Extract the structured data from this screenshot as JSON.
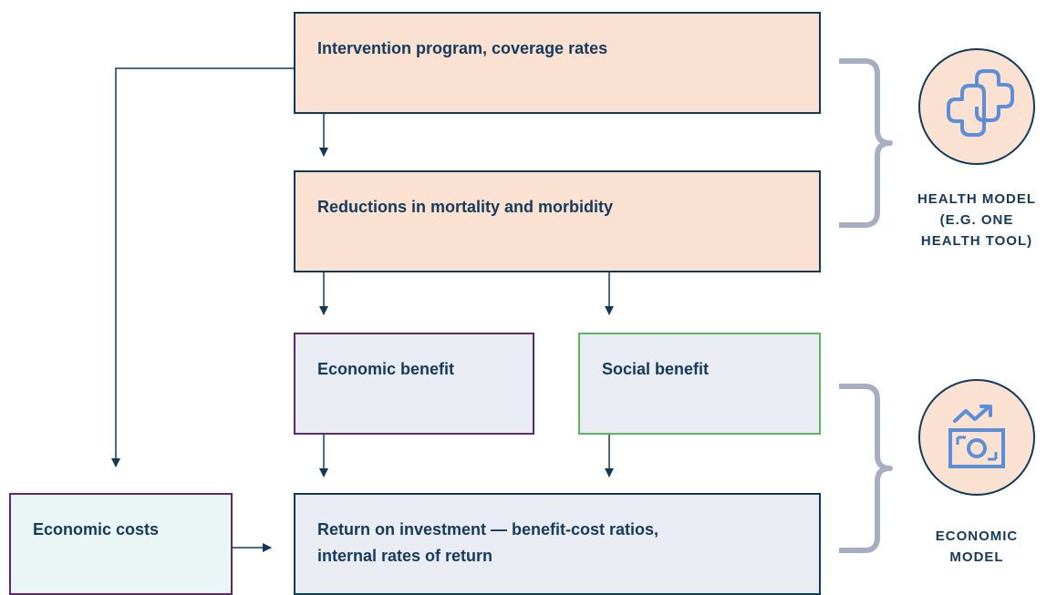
{
  "boxes": {
    "intervention": "Intervention program, coverage rates",
    "reductions": "Reductions in mortality and morbidity",
    "economic_benefit": "Economic benefit",
    "social_benefit": "Social benefit",
    "economic_costs": "Economic costs",
    "roi_line1": "Return on investment — benefit-cost ratios,",
    "roi_line2": "internal rates of return"
  },
  "models": {
    "health_line1": "HEALTH MODEL",
    "health_line2": "(E.G. ONE",
    "health_line3": "HEALTH TOOL)",
    "economic_line1": "ECONOMIC",
    "economic_line2": "MODEL"
  },
  "icons": {
    "health": "medical-cross-icon",
    "economic": "money-growth-icon"
  },
  "colors": {
    "peach": "#fbe1d1",
    "grey": "#e9edf3",
    "navy": "#0f3a5a",
    "purple": "#5c2a6e",
    "green": "#5cb85c",
    "icon_blue": "#5b8ed6",
    "brace": "#a6aec4"
  }
}
